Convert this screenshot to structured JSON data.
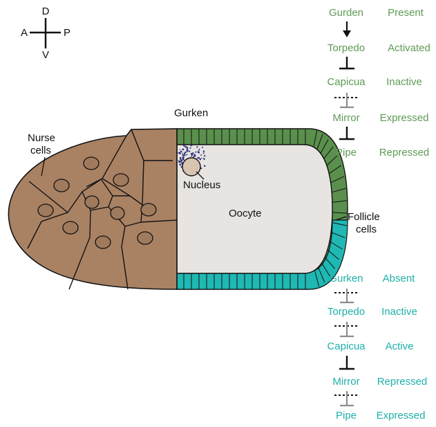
{
  "colors": {
    "dorsal": "#5b8f4d",
    "ventral": "#1fb8b3",
    "dorsal_text": "#5f9a55",
    "ventral_text": "#1fb0ab",
    "nurse_fill": "#a98264",
    "oocyte_fill": "#e7e4e1",
    "nucleus_fill": "#d9c3b1",
    "gurken_dots": "#2e2d7a",
    "inhibit_gray": "#8d8d8d",
    "dark": "#111111"
  },
  "axes": {
    "dorsal": "D",
    "ventral": "V",
    "anterior": "A",
    "posterior": "P"
  },
  "labels": {
    "nurse_cells_line1": "Nurse",
    "nurse_cells_line2": "cells",
    "gurken": "Gurken",
    "nucleus": "Nucleus",
    "oocyte": "Oocyte",
    "follicle_line1": "Follicle",
    "follicle_line2": "cells"
  },
  "dorsal_pathway": [
    {
      "gene": "Gurden",
      "state": "Present"
    },
    {
      "gene": "Torpedo",
      "state": "Activated"
    },
    {
      "gene": "Capicua",
      "state": "Inactive"
    },
    {
      "gene": "Mirror",
      "state": "Expressed"
    },
    {
      "gene": "Pipe",
      "state": "Repressed"
    }
  ],
  "ventral_pathway": [
    {
      "gene": "Gurken",
      "state": "Absent"
    },
    {
      "gene": "Torpedo",
      "state": "Inactive"
    },
    {
      "gene": "Capicua",
      "state": "Active"
    },
    {
      "gene": "Mirror",
      "state": "Repressed"
    },
    {
      "gene": "Pipe",
      "state": "Expressed"
    }
  ]
}
